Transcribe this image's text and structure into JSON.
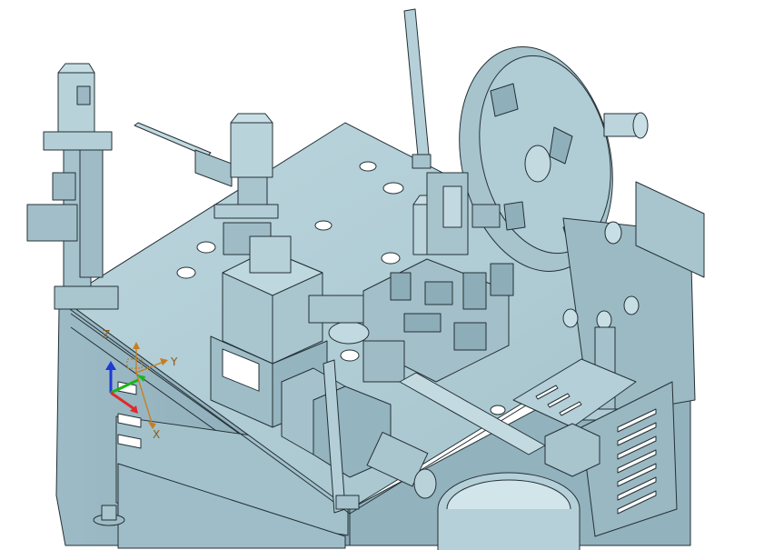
{
  "viewport": {
    "background": "#ffffff",
    "model_fill": "#aac7d1",
    "model_fill_light": "#bcd6dd",
    "model_fill_dark": "#8fb0bb",
    "edge_color": "#243036"
  },
  "triad": {
    "axes": {
      "x_color": "#e0292b",
      "y_color": "#1bb51b",
      "z_color": "#1f39d6",
      "wcs_color": "#c77e1e"
    },
    "labels": {
      "wcs_y": "Y",
      "wcs_z": "Z",
      "wcs_x": "X"
    },
    "icons": [
      "coordinate-triad-icon",
      "wcs-csys-icon"
    ]
  }
}
